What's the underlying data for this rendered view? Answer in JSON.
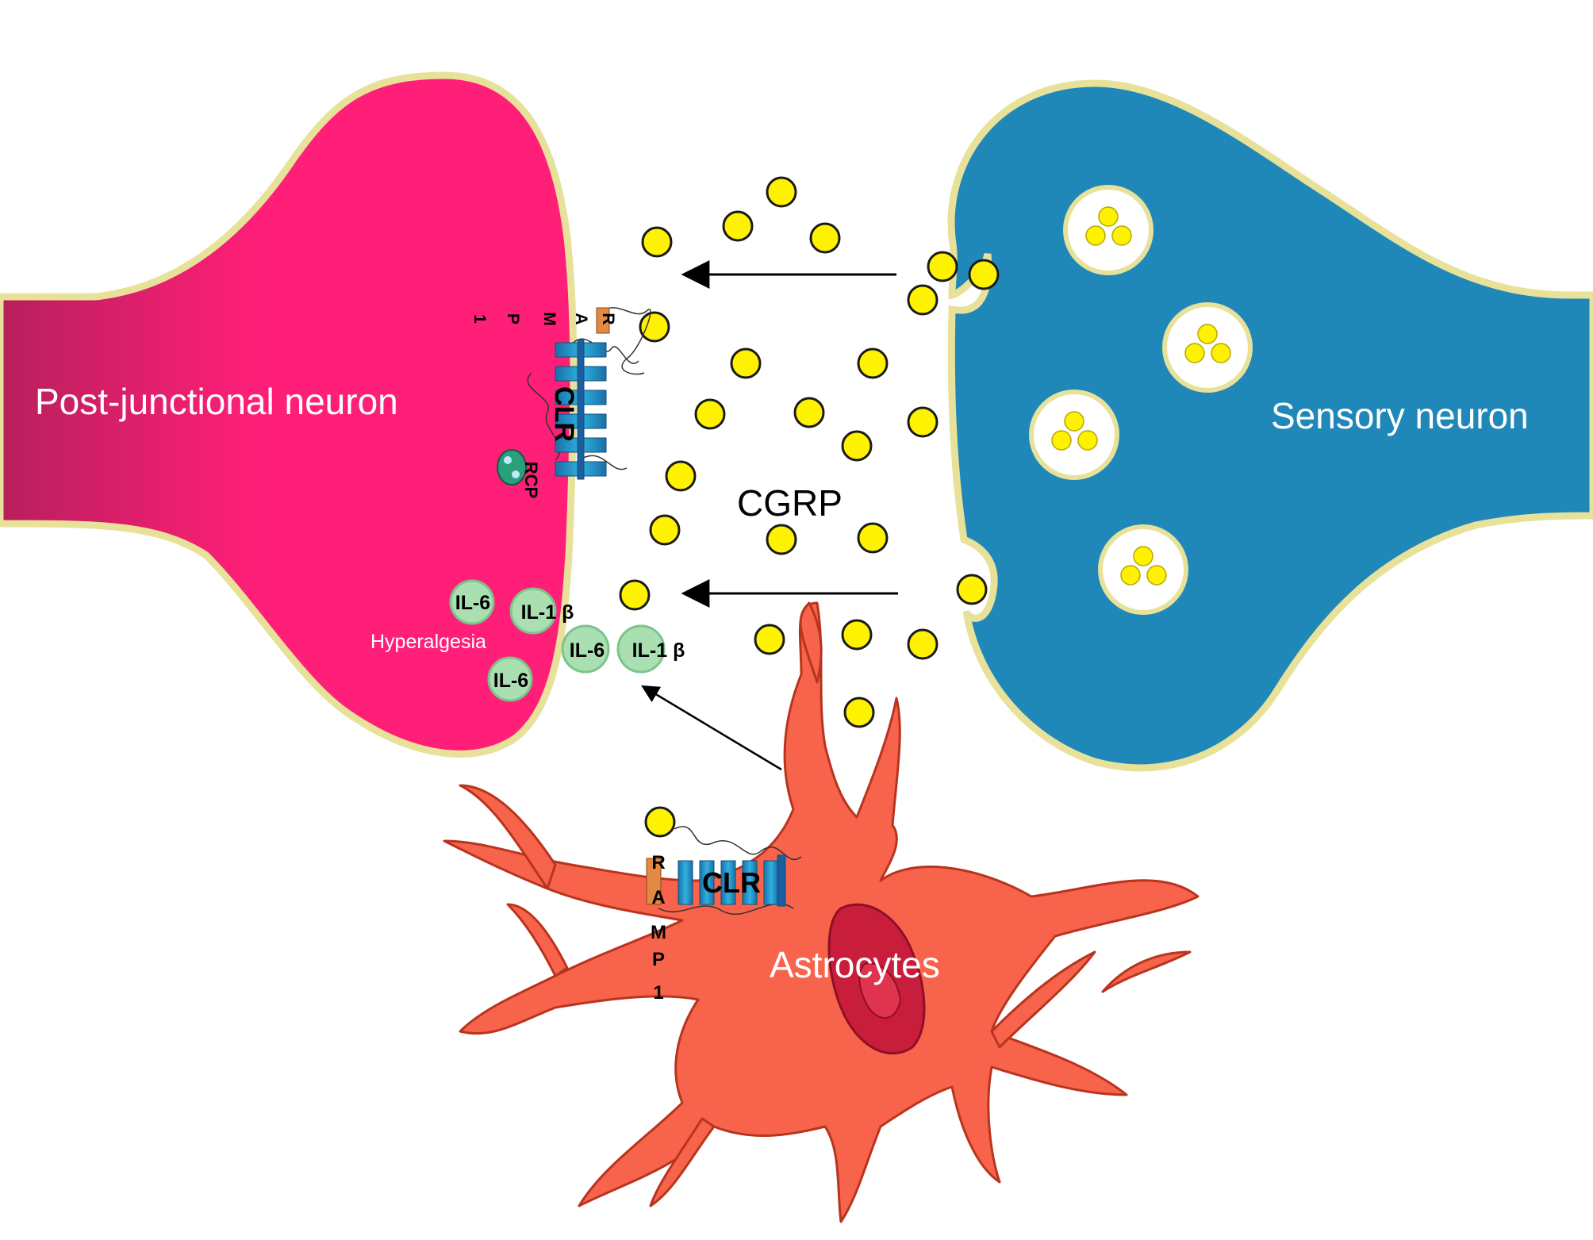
{
  "labels": {
    "post_junctional_neuron": "Post-junctional neuron",
    "sensory_neuron": "Sensory neuron",
    "cgrp": "CGRP",
    "astrocytes": "Astrocytes",
    "hyperalgesia": "Hyperalgesia"
  },
  "receptor_neuron": {
    "ramp_letters": [
      "R",
      "A",
      "M",
      "P",
      "1"
    ],
    "clr": "CLR",
    "rcp": "RCP"
  },
  "receptor_astrocyte": {
    "ramp_letters": [
      "R",
      "A",
      "M",
      "P",
      "1"
    ],
    "clr": "CLR"
  },
  "cytokines": {
    "il6": "IL-6",
    "il1b": "IL-1 β"
  },
  "colors": {
    "post_junctional_neuron": "#ff1f78",
    "post_junctional_axon_dark": "#b81f5c",
    "sensory_neuron": "#1f88b8",
    "membrane": "#e8e19a",
    "cgrp_particle": "#fff200",
    "astrocyte": "#f8634b",
    "nucleus": "#c81e3c",
    "receptor_blue": "#26a0d2",
    "ramp_orange": "#e08a44",
    "cytokine_green": "#a9dfb1"
  }
}
